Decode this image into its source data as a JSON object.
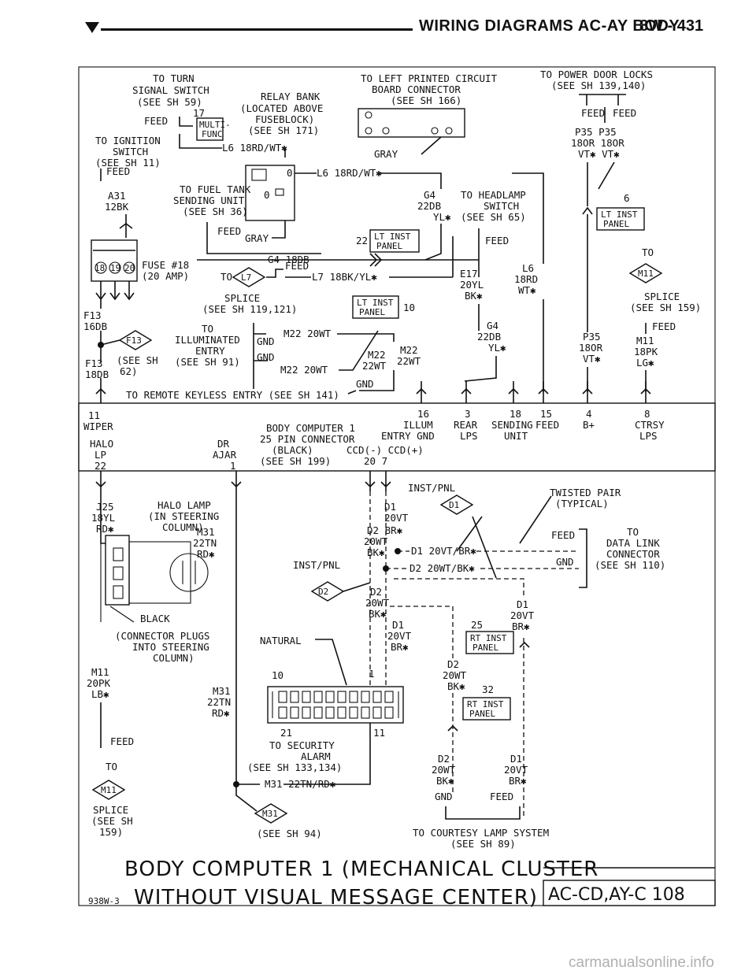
{
  "header": {
    "title": "WIRING DIAGRAMS AC-AY BODY",
    "page": "8W - 431"
  },
  "footer": {
    "title_line1": "BODY COMPUTER 1 (MECHANICAL CLUSTER",
    "title_line2": "WITHOUT VISUAL MESSAGE CENTER)",
    "code": "938W-3",
    "ref": "AC-CD,AY-C 108",
    "watermark": "carmanualsonline.info"
  },
  "labels": {
    "turn_signal": [
      "TO TURN",
      "SIGNAL SWITCH",
      "(SEE SH 59)"
    ],
    "feed": "FEED",
    "relay_bank": [
      "RELAY BANK",
      "(LOCATED ABOVE",
      "FUSEBLOCK)",
      "(SEE SH 171)"
    ],
    "multi_func": [
      "MULTI-",
      "FUNC"
    ],
    "ignition": [
      "TO IGNITION",
      "SWITCH",
      "(SEE SH 11)"
    ],
    "num_17": "17",
    "l6_wire": "L6 18RD/WT✱",
    "fuel_tank": [
      "TO FUEL TANK",
      "SENDING UNIT",
      "(SEE SH 36)"
    ],
    "a31": [
      "A31",
      "12BK"
    ],
    "gray": "GRAY",
    "fuse18": [
      "FUSE #18",
      "(20 AMP)"
    ],
    "fuse_nums": [
      "18",
      "19",
      "20"
    ],
    "g4_wire": "G4 18DB",
    "l7": "L7",
    "l7_wire": "L7 18BK/YL✱",
    "splice_121": [
      "SPLICE",
      "(SEE SH 119,121)"
    ],
    "lt_inst": [
      "LT INST",
      "PANEL"
    ],
    "num_10": "10",
    "num_22": "22",
    "f13_wire": [
      "F13",
      "16DB"
    ],
    "f13": "F13",
    "f13_62": [
      "(SEE SH",
      "62)"
    ],
    "f13_18db": [
      "F13",
      "18DB"
    ],
    "illum_entry": [
      "TO",
      "ILLUMINATED",
      "ENTRY",
      "(SEE SH 91)"
    ],
    "gnd": "GND",
    "m22_wire": "M22 20WT",
    "m22_22wt": [
      "M22",
      "22WT"
    ],
    "remote_keyless": "TO REMOTE KEYLESS ENTRY (SEE SH 141)",
    "left_pcb": [
      "TO LEFT PRINTED CIRCUIT",
      "BOARD CONNECTOR",
      "(SEE SH 166)"
    ],
    "headlamp": [
      "TO HEADLAMP",
      "SWITCH",
      "(SEE SH 65)"
    ],
    "g4_22db": [
      "G4",
      "22DB",
      "YL✱"
    ],
    "e17": [
      "E17",
      "20YL",
      "BK✱"
    ],
    "l6_18rd": [
      "L6",
      "18RD",
      "WT✱"
    ],
    "g4b": [
      "G4",
      "22DB",
      "YL✱"
    ],
    "power_door": [
      "TO POWER DOOR LOCKS",
      "(SEE SH 139,140)"
    ],
    "p35_pair": [
      "P35  P35",
      "18OR 18OR",
      "VT✱  VT✱"
    ],
    "num_6": "6",
    "splice_m11": [
      "TO",
      "SPLICE",
      "(SEE SH 159)"
    ],
    "m11_label": "M11",
    "p35_single": [
      "P35",
      "18OR",
      "VT✱"
    ],
    "m11_18pk": [
      "M11",
      "18PK",
      "LG✱"
    ],
    "module": {
      "wiper": [
        "11",
        "WIPER"
      ],
      "halo": [
        "HALO",
        "LP",
        "22"
      ],
      "dr_ajar": [
        "DR",
        "AJAR",
        "1"
      ],
      "center": [
        "BODY COMPUTER 1",
        "25 PIN CONNECTOR",
        "(BLACK)",
        "(SEE SH 199)"
      ],
      "ccd": [
        "CCD(-) CCD(+)",
        "20    7"
      ],
      "pins": [
        "16",
        "3",
        "18",
        "15",
        "4",
        "8"
      ],
      "pin_labels": [
        "ILLUM",
        "REAR",
        "SENDING",
        "FEED",
        "B+",
        "CTRSY"
      ],
      "pin_labels2": [
        "ENTRY GND",
        "LPS",
        "UNIT",
        "LPS"
      ]
    },
    "j25": [
      "J25",
      "18YL",
      "RD✱"
    ],
    "halo_lamp": [
      "HALO LAMP",
      "(IN STEERING",
      "COLUMN)"
    ],
    "m31": [
      "M31",
      "22TN",
      "RD✱"
    ],
    "black": "BLACK",
    "connector_plugs": [
      "(CONNECTOR PLUGS",
      "INTO STEERING",
      "COLUMN)"
    ],
    "m11_20pk": [
      "M11",
      "20PK",
      "LB✱"
    ],
    "to_splice_bottom": [
      "TO",
      "SPLICE",
      "(SEE SH",
      "159)"
    ],
    "inst_pnl": "INST/PNL",
    "d1": [
      "D1",
      "20VT"
    ],
    "d2": [
      "D2 BR✱",
      "20WT",
      "BK✱"
    ],
    "twisted_pair": [
      "TWISTED PAIR",
      "(TYPICAL)"
    ],
    "data_link": [
      "TO",
      "DATA LINK",
      "CONNECTOR",
      "(SEE SH 110)"
    ],
    "d1_wire": "D1 20VT/BR✱",
    "d2_wire": "D2 20WT/BK✱",
    "d2_label": [
      "D2",
      "20WT",
      "BK✱"
    ],
    "d1_label": [
      "D1",
      "20VT",
      "BR✱"
    ],
    "num_25": "25",
    "num_32": "32",
    "natural": "NATURAL",
    "num_1": "1",
    "num_10b": "10",
    "num_21": "21",
    "num_11": "11",
    "security": [
      "TO SECURITY",
      "ALARM",
      "(SEE SH 133,134)"
    ],
    "m31_wire": "M31 22TN/RD✱",
    "m31_splice": "M31",
    "see_sh94": "(SEE SH 94)",
    "courtesy": [
      "TO COURTESY LAMP SYSTEM",
      "(SEE SH 89)"
    ],
    "d2_bottom": [
      "D2",
      "20WT",
      "BK✱"
    ],
    "d1_bottom": [
      "D1",
      "20VT",
      "BR✱"
    ],
    "d1_right": [
      "D1",
      "20VT",
      "BR✱"
    ],
    "gnd_feed": [
      "GND",
      "FEED"
    ],
    "d1_small": "D1",
    "d2_small": "D2"
  }
}
